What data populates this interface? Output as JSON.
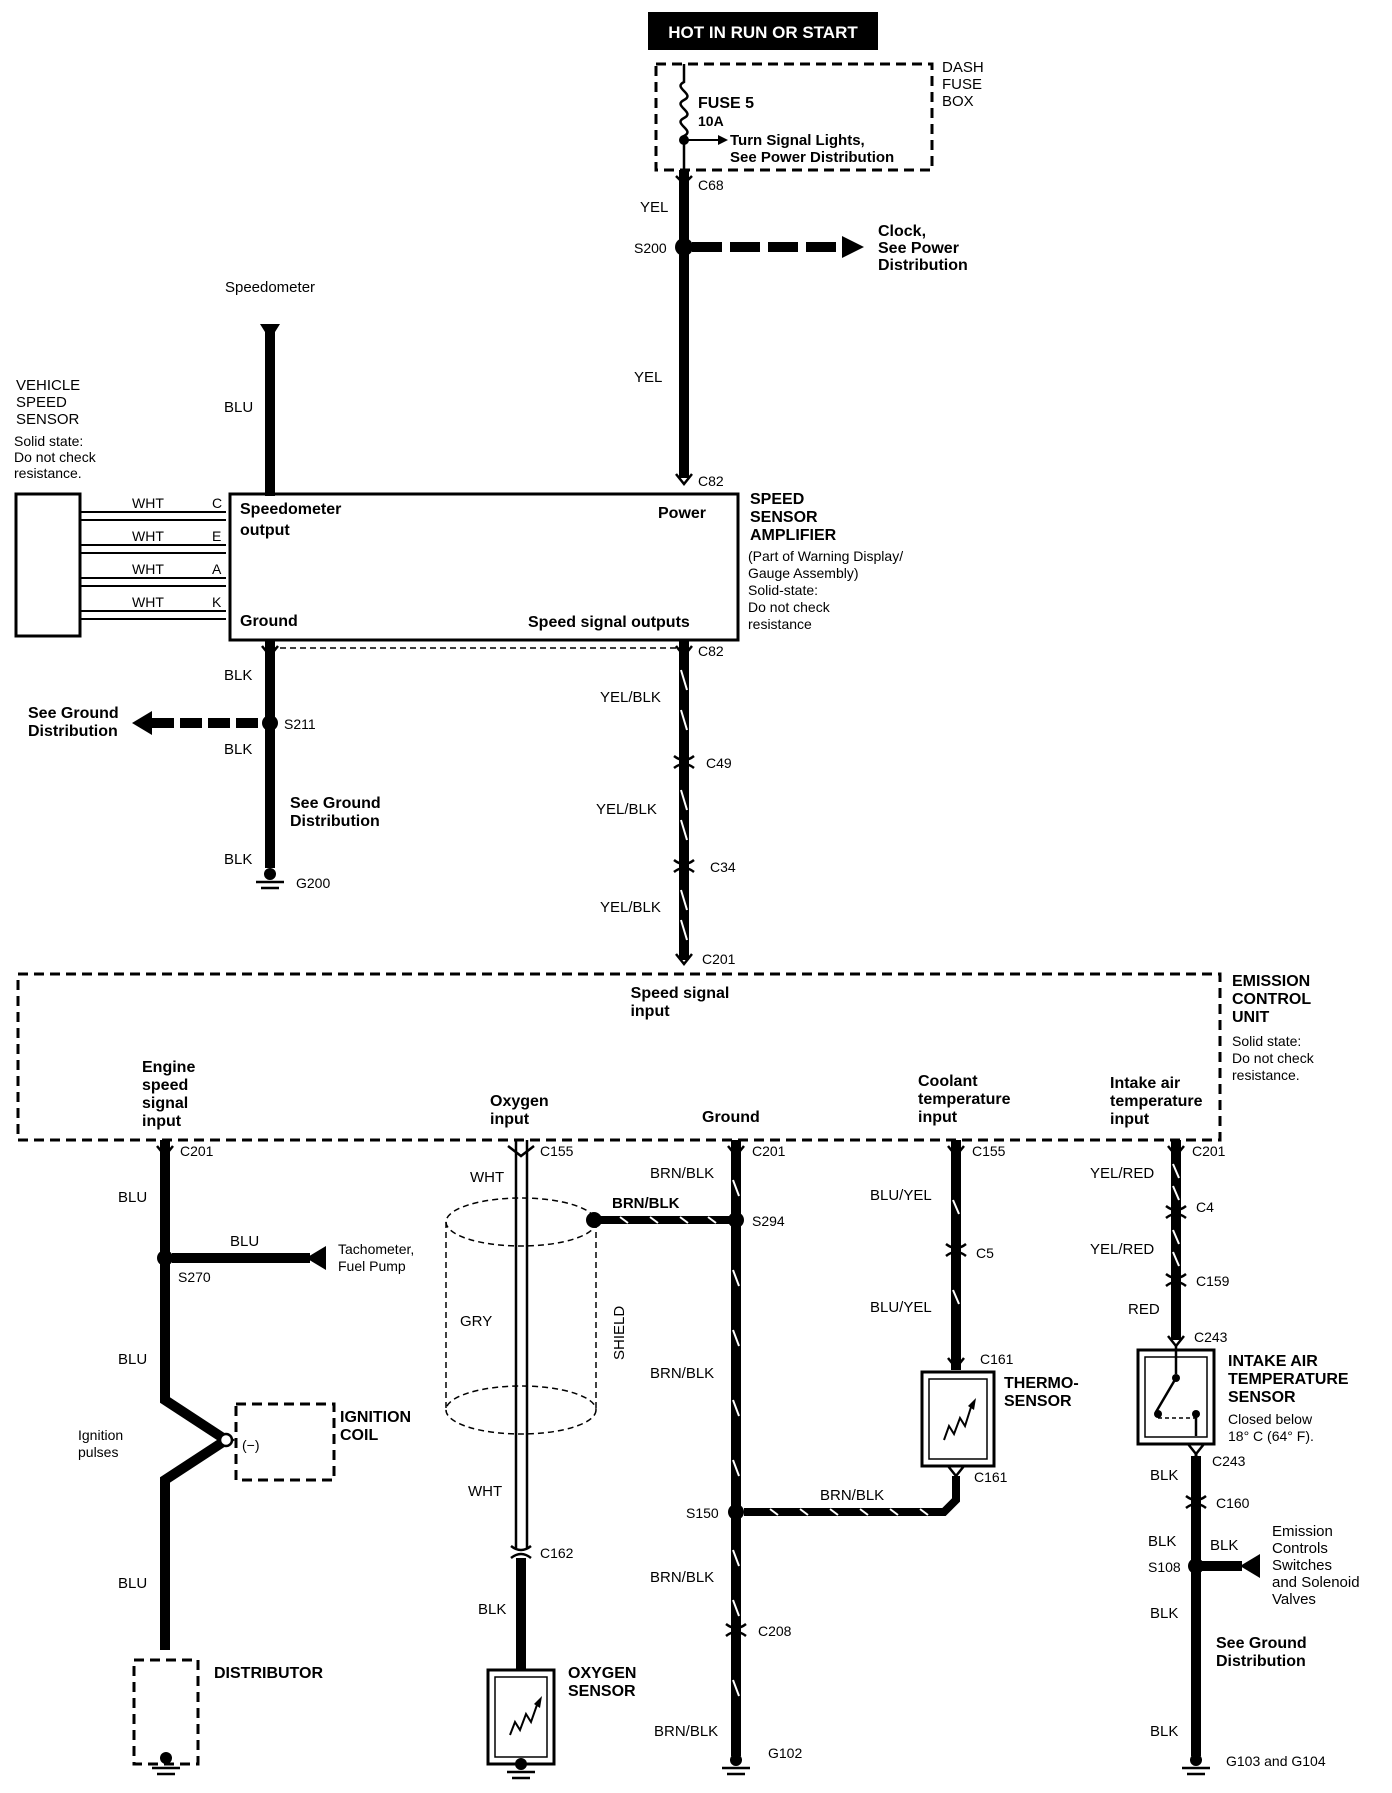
{
  "top": {
    "hot_label": "HOT IN RUN OR START",
    "dash_fuse_box": [
      "DASH",
      "FUSE",
      "BOX"
    ],
    "fuse_name": "FUSE 5",
    "fuse_rating": "10A",
    "turn_signal": [
      "Turn Signal Lights,",
      "See Power Distribution"
    ],
    "c68": "C68",
    "yel": "YEL",
    "s200": "S200",
    "clock": [
      "Clock,",
      "See Power",
      "Distribution"
    ],
    "c82": "C82"
  },
  "speedometer": {
    "label": "Speedometer",
    "wire": "BLU"
  },
  "vss": {
    "title": [
      "VEHICLE",
      "SPEED",
      "SENSOR"
    ],
    "note": [
      "Solid state:",
      "Do not check",
      "resistance."
    ],
    "wires": [
      {
        "color": "WHT",
        "pin": "C"
      },
      {
        "color": "WHT",
        "pin": "E"
      },
      {
        "color": "WHT",
        "pin": "A"
      },
      {
        "color": "WHT",
        "pin": "K"
      }
    ]
  },
  "amplifier": {
    "speedo_output": [
      "Speedometer",
      "output"
    ],
    "power": "Power",
    "ground": "Ground",
    "speed_outputs": "Speed signal outputs",
    "title": [
      "SPEED",
      "SENSOR",
      "AMPLIFIER"
    ],
    "note": [
      "(Part of Warning Display/",
      "Gauge Assembly)",
      "Solid-state:",
      "Do not check",
      "resistance"
    ]
  },
  "ground_branch": {
    "blk": "BLK",
    "see_ground": [
      "See Ground",
      "Distribution"
    ],
    "s211": "S211",
    "g200": "G200"
  },
  "signal_path": {
    "c82b": "C82",
    "yel_blk": "YEL/BLK",
    "c49": "C49",
    "c34": "C34",
    "c201": "C201"
  },
  "ecu": {
    "title": [
      "EMISSION",
      "CONTROL",
      "UNIT"
    ],
    "note": [
      "Solid state:",
      "Do not check",
      "resistance."
    ],
    "speed_input": [
      "Speed signal",
      "input"
    ],
    "engine_input": [
      "Engine",
      "speed",
      "signal",
      "input"
    ],
    "oxygen_input": [
      "Oxygen",
      "input"
    ],
    "ground": "Ground",
    "coolant_input": [
      "Coolant",
      "temperature",
      "input"
    ],
    "intake_input": [
      "Intake air",
      "temperature",
      "input"
    ]
  },
  "col_engine": {
    "c201": "C201",
    "blu": "BLU",
    "s270": "S270",
    "tach": [
      "Tachometer,",
      "Fuel Pump"
    ],
    "ign_pulses": [
      "Ignition",
      "pulses"
    ],
    "ign_coil": [
      "IGNITION",
      "COIL"
    ],
    "coil_term": "(−)",
    "distributor": "DISTRIBUTOR"
  },
  "col_oxygen": {
    "c155": "C155",
    "wht": "WHT",
    "gry": "GRY",
    "shield": "SHIELD",
    "c162": "C162",
    "blk": "BLK",
    "sensor": [
      "OXYGEN",
      "SENSOR"
    ]
  },
  "col_ground": {
    "c201": "C201",
    "brn_blk": "BRN/BLK",
    "s294": "S294",
    "s150": "S150",
    "c208": "C208",
    "g102": "G102"
  },
  "col_coolant": {
    "c155": "C155",
    "blu_yel": "BLU/YEL",
    "c5": "C5",
    "c161": "C161",
    "sensor": [
      "THERMO-",
      "SENSOR"
    ]
  },
  "col_intake": {
    "c201": "C201",
    "yel_red": "YEL/RED",
    "c4": "C4",
    "c159": "C159",
    "red": "RED",
    "c243": "C243",
    "sensor": [
      "INTAKE AIR",
      "TEMPERATURE",
      "SENSOR"
    ],
    "closed": [
      "Closed below",
      "18° C (64° F)."
    ],
    "blk": "BLK",
    "c160": "C160",
    "s108": "S108",
    "emission": [
      "Emission",
      "Controls",
      "Switches",
      "and Solenoid",
      "Valves"
    ],
    "see_ground": [
      "See Ground",
      "Distribution"
    ],
    "g103": "G103 and G104"
  }
}
